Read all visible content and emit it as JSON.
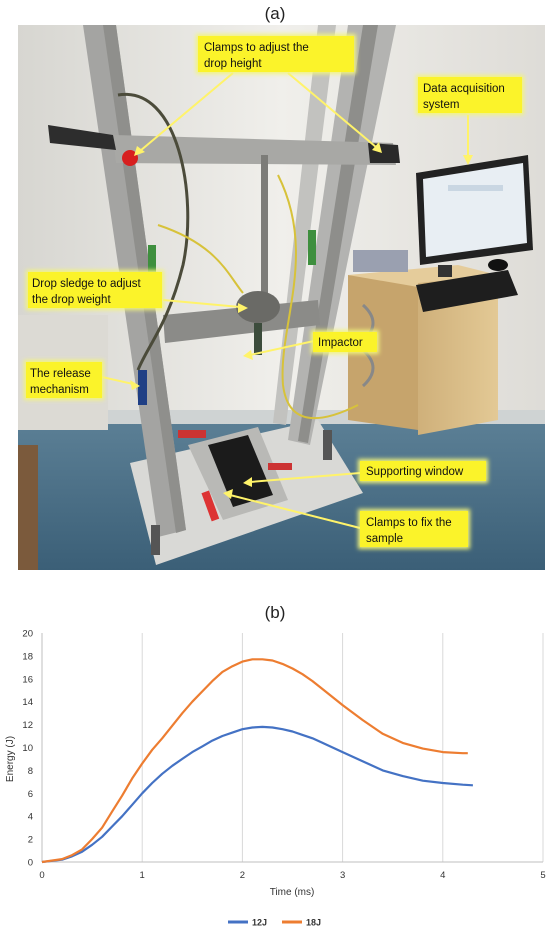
{
  "figure": {
    "panel_a_label": "(a)",
    "panel_b_label": "(b)"
  },
  "photo": {
    "callouts": {
      "clamps_height": [
        "Clamps to adjust the",
        "drop height"
      ],
      "data_acq": [
        "Data acquisition",
        "system"
      ],
      "drop_sledge": [
        "Drop sledge to adjust",
        "the drop weight"
      ],
      "impactor": [
        "Impactor"
      ],
      "release": [
        "The release",
        "mechanism"
      ],
      "supporting_window": [
        "Supporting window"
      ],
      "clamps_sample": [
        "Clamps to fix the",
        "sample"
      ]
    },
    "colors": {
      "callout_fill": "#fbf32a",
      "callout_glow": "#f3f47c",
      "arrow": "#fff36a",
      "wall": "#e9e8e4",
      "floor": "#4b6f86",
      "frame": "#a7a7a5",
      "cabinet": "#d9bd8b"
    }
  },
  "chart_data": {
    "type": "line",
    "xlabel": "Time (ms)",
    "ylabel": "Energy (J)",
    "xlim": [
      0,
      5
    ],
    "ylim": [
      0,
      20
    ],
    "xticks": [
      0,
      1,
      2,
      3,
      4,
      5
    ],
    "yticks": [
      0,
      2,
      4,
      6,
      8,
      10,
      12,
      14,
      16,
      18,
      20
    ],
    "grid": "vertical",
    "legend_position": "bottom",
    "series": [
      {
        "name": "12J",
        "color": "#4472c4",
        "x": [
          0,
          0.2,
          0.3,
          0.4,
          0.5,
          0.6,
          0.7,
          0.8,
          0.9,
          1.0,
          1.1,
          1.2,
          1.3,
          1.4,
          1.5,
          1.6,
          1.7,
          1.8,
          1.9,
          2.0,
          2.1,
          2.2,
          2.3,
          2.4,
          2.5,
          2.6,
          2.7,
          2.8,
          2.9,
          3.0,
          3.2,
          3.4,
          3.6,
          3.8,
          4.0,
          4.2,
          4.3
        ],
        "y": [
          0,
          0.2,
          0.5,
          0.9,
          1.5,
          2.2,
          3.1,
          4.0,
          5.0,
          6.0,
          6.9,
          7.7,
          8.4,
          9.0,
          9.6,
          10.1,
          10.6,
          11.0,
          11.3,
          11.6,
          11.75,
          11.8,
          11.75,
          11.6,
          11.4,
          11.1,
          10.8,
          10.4,
          10.0,
          9.6,
          8.8,
          8.0,
          7.5,
          7.1,
          6.9,
          6.75,
          6.7
        ]
      },
      {
        "name": "18J",
        "color": "#ed7d31",
        "x": [
          0,
          0.2,
          0.3,
          0.4,
          0.5,
          0.6,
          0.7,
          0.8,
          0.9,
          1.0,
          1.1,
          1.2,
          1.3,
          1.4,
          1.5,
          1.6,
          1.7,
          1.8,
          1.9,
          2.0,
          2.1,
          2.2,
          2.3,
          2.4,
          2.5,
          2.6,
          2.7,
          2.8,
          2.9,
          3.0,
          3.2,
          3.4,
          3.6,
          3.8,
          4.0,
          4.2,
          4.25
        ],
        "y": [
          0,
          0.25,
          0.6,
          1.1,
          2.0,
          3.0,
          4.4,
          5.8,
          7.3,
          8.6,
          9.8,
          10.8,
          11.9,
          13.0,
          14.0,
          14.9,
          15.8,
          16.6,
          17.1,
          17.5,
          17.7,
          17.7,
          17.6,
          17.3,
          16.9,
          16.4,
          15.8,
          15.1,
          14.4,
          13.7,
          12.4,
          11.2,
          10.4,
          9.9,
          9.6,
          9.5,
          9.5
        ]
      }
    ]
  }
}
